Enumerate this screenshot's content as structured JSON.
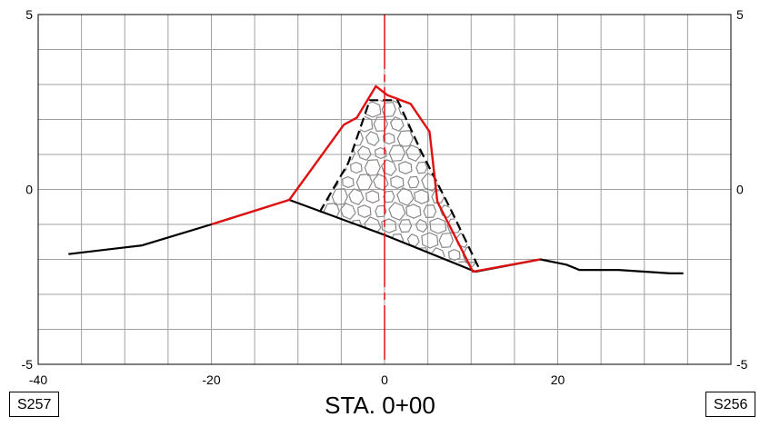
{
  "chart_data": {
    "type": "line",
    "title": "STA. 0+00",
    "left_label": "S257",
    "right_label": "S256",
    "xlim": [
      -40,
      40
    ],
    "ylim": [
      -5,
      5
    ],
    "x_major_ticks": [
      -40,
      -20,
      0,
      20
    ],
    "y_major_ticks": [
      5,
      0,
      -5
    ],
    "y_tick_labels": [
      "5",
      "0",
      "-5"
    ],
    "x_tick_labels": [
      "-40",
      "-20",
      "0",
      "20"
    ],
    "x_minor_step": 5,
    "y_minor_step": 1,
    "grid": true,
    "colors": {
      "ground": "#000000",
      "design": "#e01010",
      "rock": "#888888",
      "grid": "#a0a0a0",
      "centerline": "#e01010"
    },
    "series": [
      {
        "style": "ground-solid-black",
        "x": [
          -36.5,
          -28,
          -20,
          -11,
          0,
          10.5,
          18,
          21,
          22.5,
          27,
          33,
          34.5
        ],
        "y": [
          -1.85,
          -1.6,
          -1.0,
          -0.3,
          -1.3,
          -2.35,
          -2.0,
          -2.15,
          -2.3,
          -2.3,
          -2.4,
          -2.4
        ]
      },
      {
        "style": "design-solid-red",
        "x": [
          -20,
          -11,
          -4.7,
          -3.2,
          -1.0,
          0.3,
          3.0,
          5.2,
          6.1,
          10.2,
          18
        ],
        "y": [
          -1.0,
          -0.3,
          1.85,
          2.05,
          2.95,
          2.7,
          2.45,
          1.65,
          -0.35,
          -2.35,
          -2.0
        ]
      },
      {
        "style": "rock-outline-dashed-black",
        "x": [
          -7.5,
          -4.2,
          -1.7,
          1.5,
          4.2,
          7.6,
          11.0
        ],
        "y": [
          -0.65,
          0.75,
          2.55,
          2.55,
          1.1,
          -0.55,
          -2.3
        ]
      }
    ]
  }
}
